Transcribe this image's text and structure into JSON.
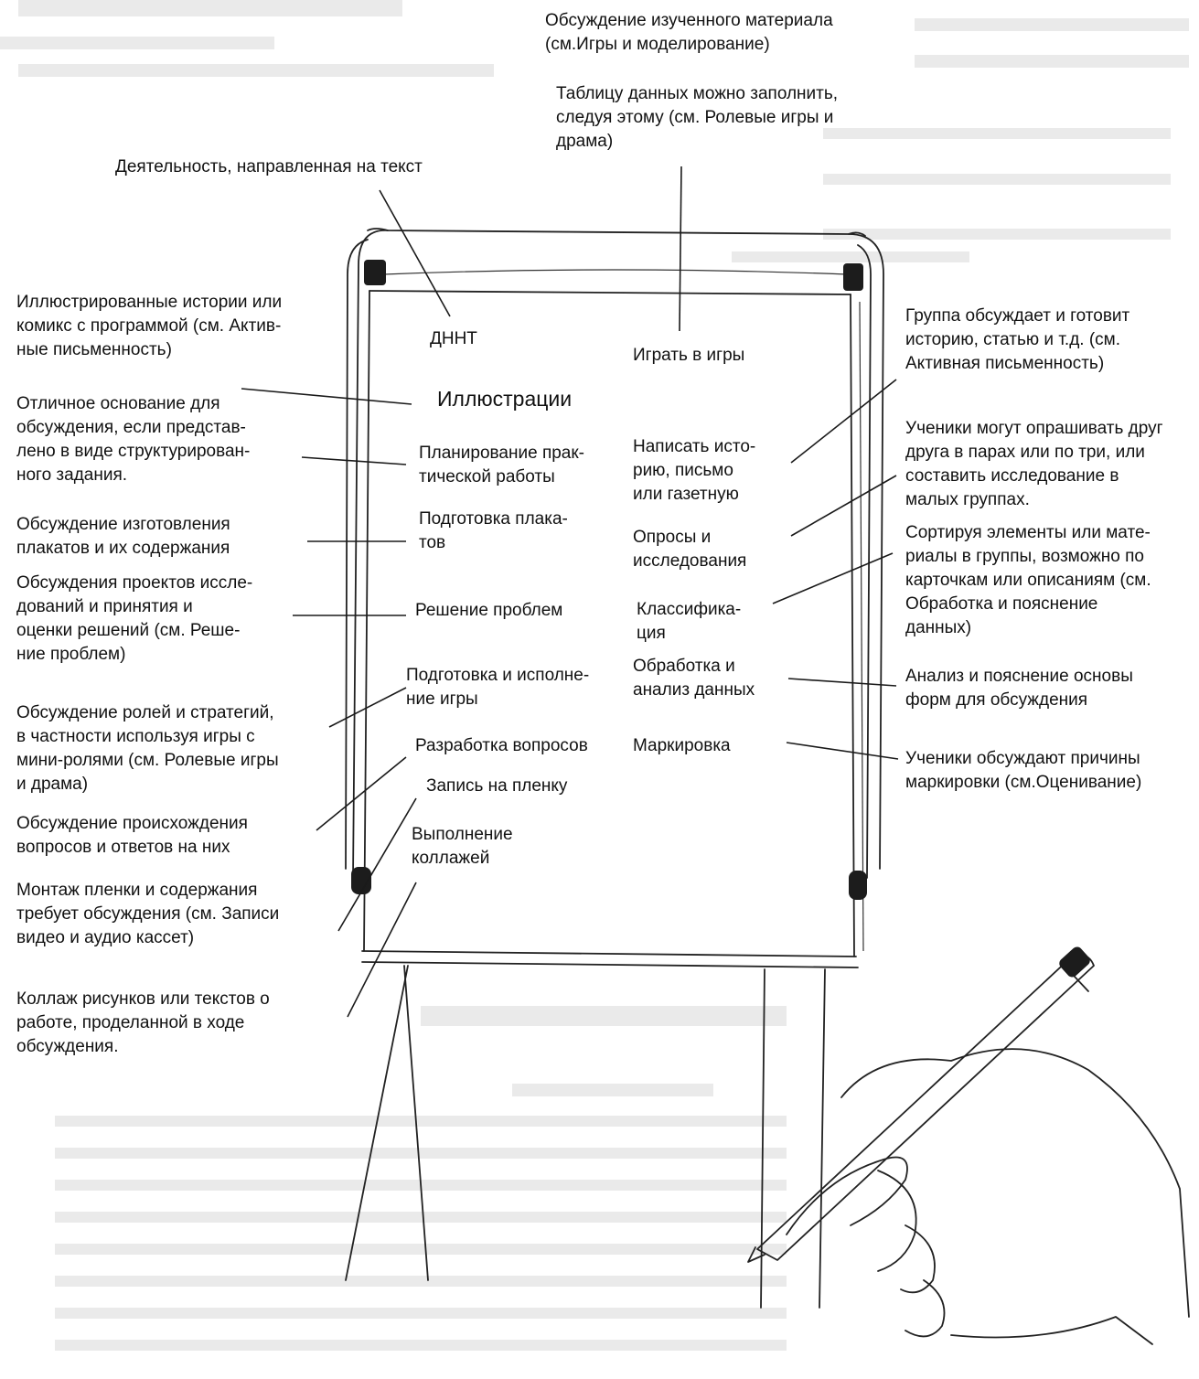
{
  "top_labels": {
    "obsuzhdenie": "Обсуждение изученного материала\n(см.Игры и моделирование)",
    "tablicu": "Таблицу данных можно заполнить,\nследуя этому (см. Ролевые игры и\nдрама)",
    "deyatelnost": "Деятельность, направленная на текст"
  },
  "left_labels": {
    "illustrirovannye": "Иллюстрированные истории или\nкомикс с программой (см. Актив-\nные письменность)",
    "otlichnoe": "Отличное основание для\nобсуждения, если представ-\nлено в виде структурирован-\nного задания.",
    "plakatov": "Обсуждение изготовления\nплакатов и их содержания",
    "proektov": "Обсуждения проектов иссле-\nдований и принятия и\nоценки решений (см. Реше-\nние проблем)",
    "roley": "Обсуждение ролей и стратегий,\nв частности используя игры с\nмини-ролями (см. Ролевые игры\nи драма)",
    "voprosov": "Обсуждение происхождения\nвопросов и ответов на них",
    "montazh": "Монтаж пленки и содержания\nтребует обсуждения (см. Записи\nвидео и аудио кассет)",
    "kollazh": "Коллаж рисунков или текстов о\nработе, проделанной в ходе\nобсуждения."
  },
  "right_labels": {
    "gruppa": "Группа обсуждает и готовит\nисторию, статью и т.д. (см.\nАктивная письменность)",
    "ucheniki_oprash": "Ученики могут опрашивать друг\nдруга в парах или по три, или\nсоставить исследование в\nмалых группах.",
    "sortiruya": "Сортируя элементы или мате-\nриалы в группы, возможно по\nкарточкам или описаниям (см.\nОбработка и пояснение\nданных)",
    "analiz": "Анализ и пояснение основы\nформ для обсуждения",
    "ucheniki_obsuzh": "Ученики обсуждают причины\nмаркировки (см.Оценивание)"
  },
  "board_left": {
    "dnnt": "ДННТ",
    "illustracii": "Иллюстрации",
    "planirovanie": "Планирование прак-\nтической работы",
    "podgotovka_plakatov": "Подготовка плака-\nтов",
    "reshenie": "Решение проблем",
    "podgotovka_igry": "Подготовка и исполне-\nние игры",
    "razrabotka": "Разработка вопросов",
    "zapis": "Запись на пленку",
    "vypolnenie": "Выполнение\nколлажей"
  },
  "board_right": {
    "igrat": "Играть в игры",
    "napisat": "Написать исто-\nрию, письмо\nили газетную",
    "oprosy": "Опросы и\nисследования",
    "klassifikaciya": "Классифика-\nция",
    "obrabotka": "Обработка и\nанализ данных",
    "markirovka": "Маркировка"
  }
}
